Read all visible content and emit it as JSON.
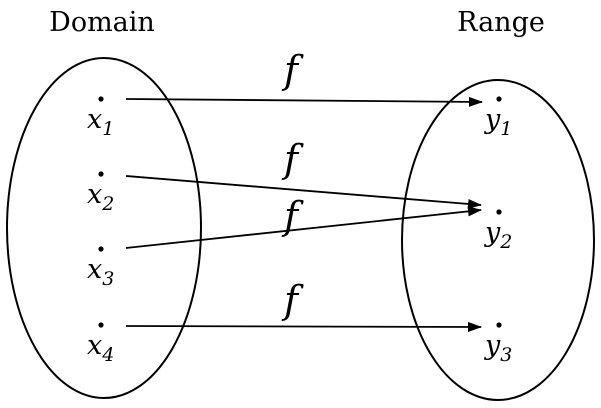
{
  "domain_label": "Domain",
  "range_label": "Range",
  "domain": [
    {
      "var": "x",
      "sub": "1"
    },
    {
      "var": "x",
      "sub": "2"
    },
    {
      "var": "x",
      "sub": "3"
    },
    {
      "var": "x",
      "sub": "4"
    }
  ],
  "range": [
    {
      "var": "y",
      "sub": "1"
    },
    {
      "var": "y",
      "sub": "2"
    },
    {
      "var": "y",
      "sub": "3"
    }
  ],
  "mappings": [
    {
      "from": 0,
      "to": 0,
      "label": "f"
    },
    {
      "from": 1,
      "to": 1,
      "label": "f"
    },
    {
      "from": 2,
      "to": 1,
      "label": "f"
    },
    {
      "from": 3,
      "to": 2,
      "label": "f"
    }
  ]
}
